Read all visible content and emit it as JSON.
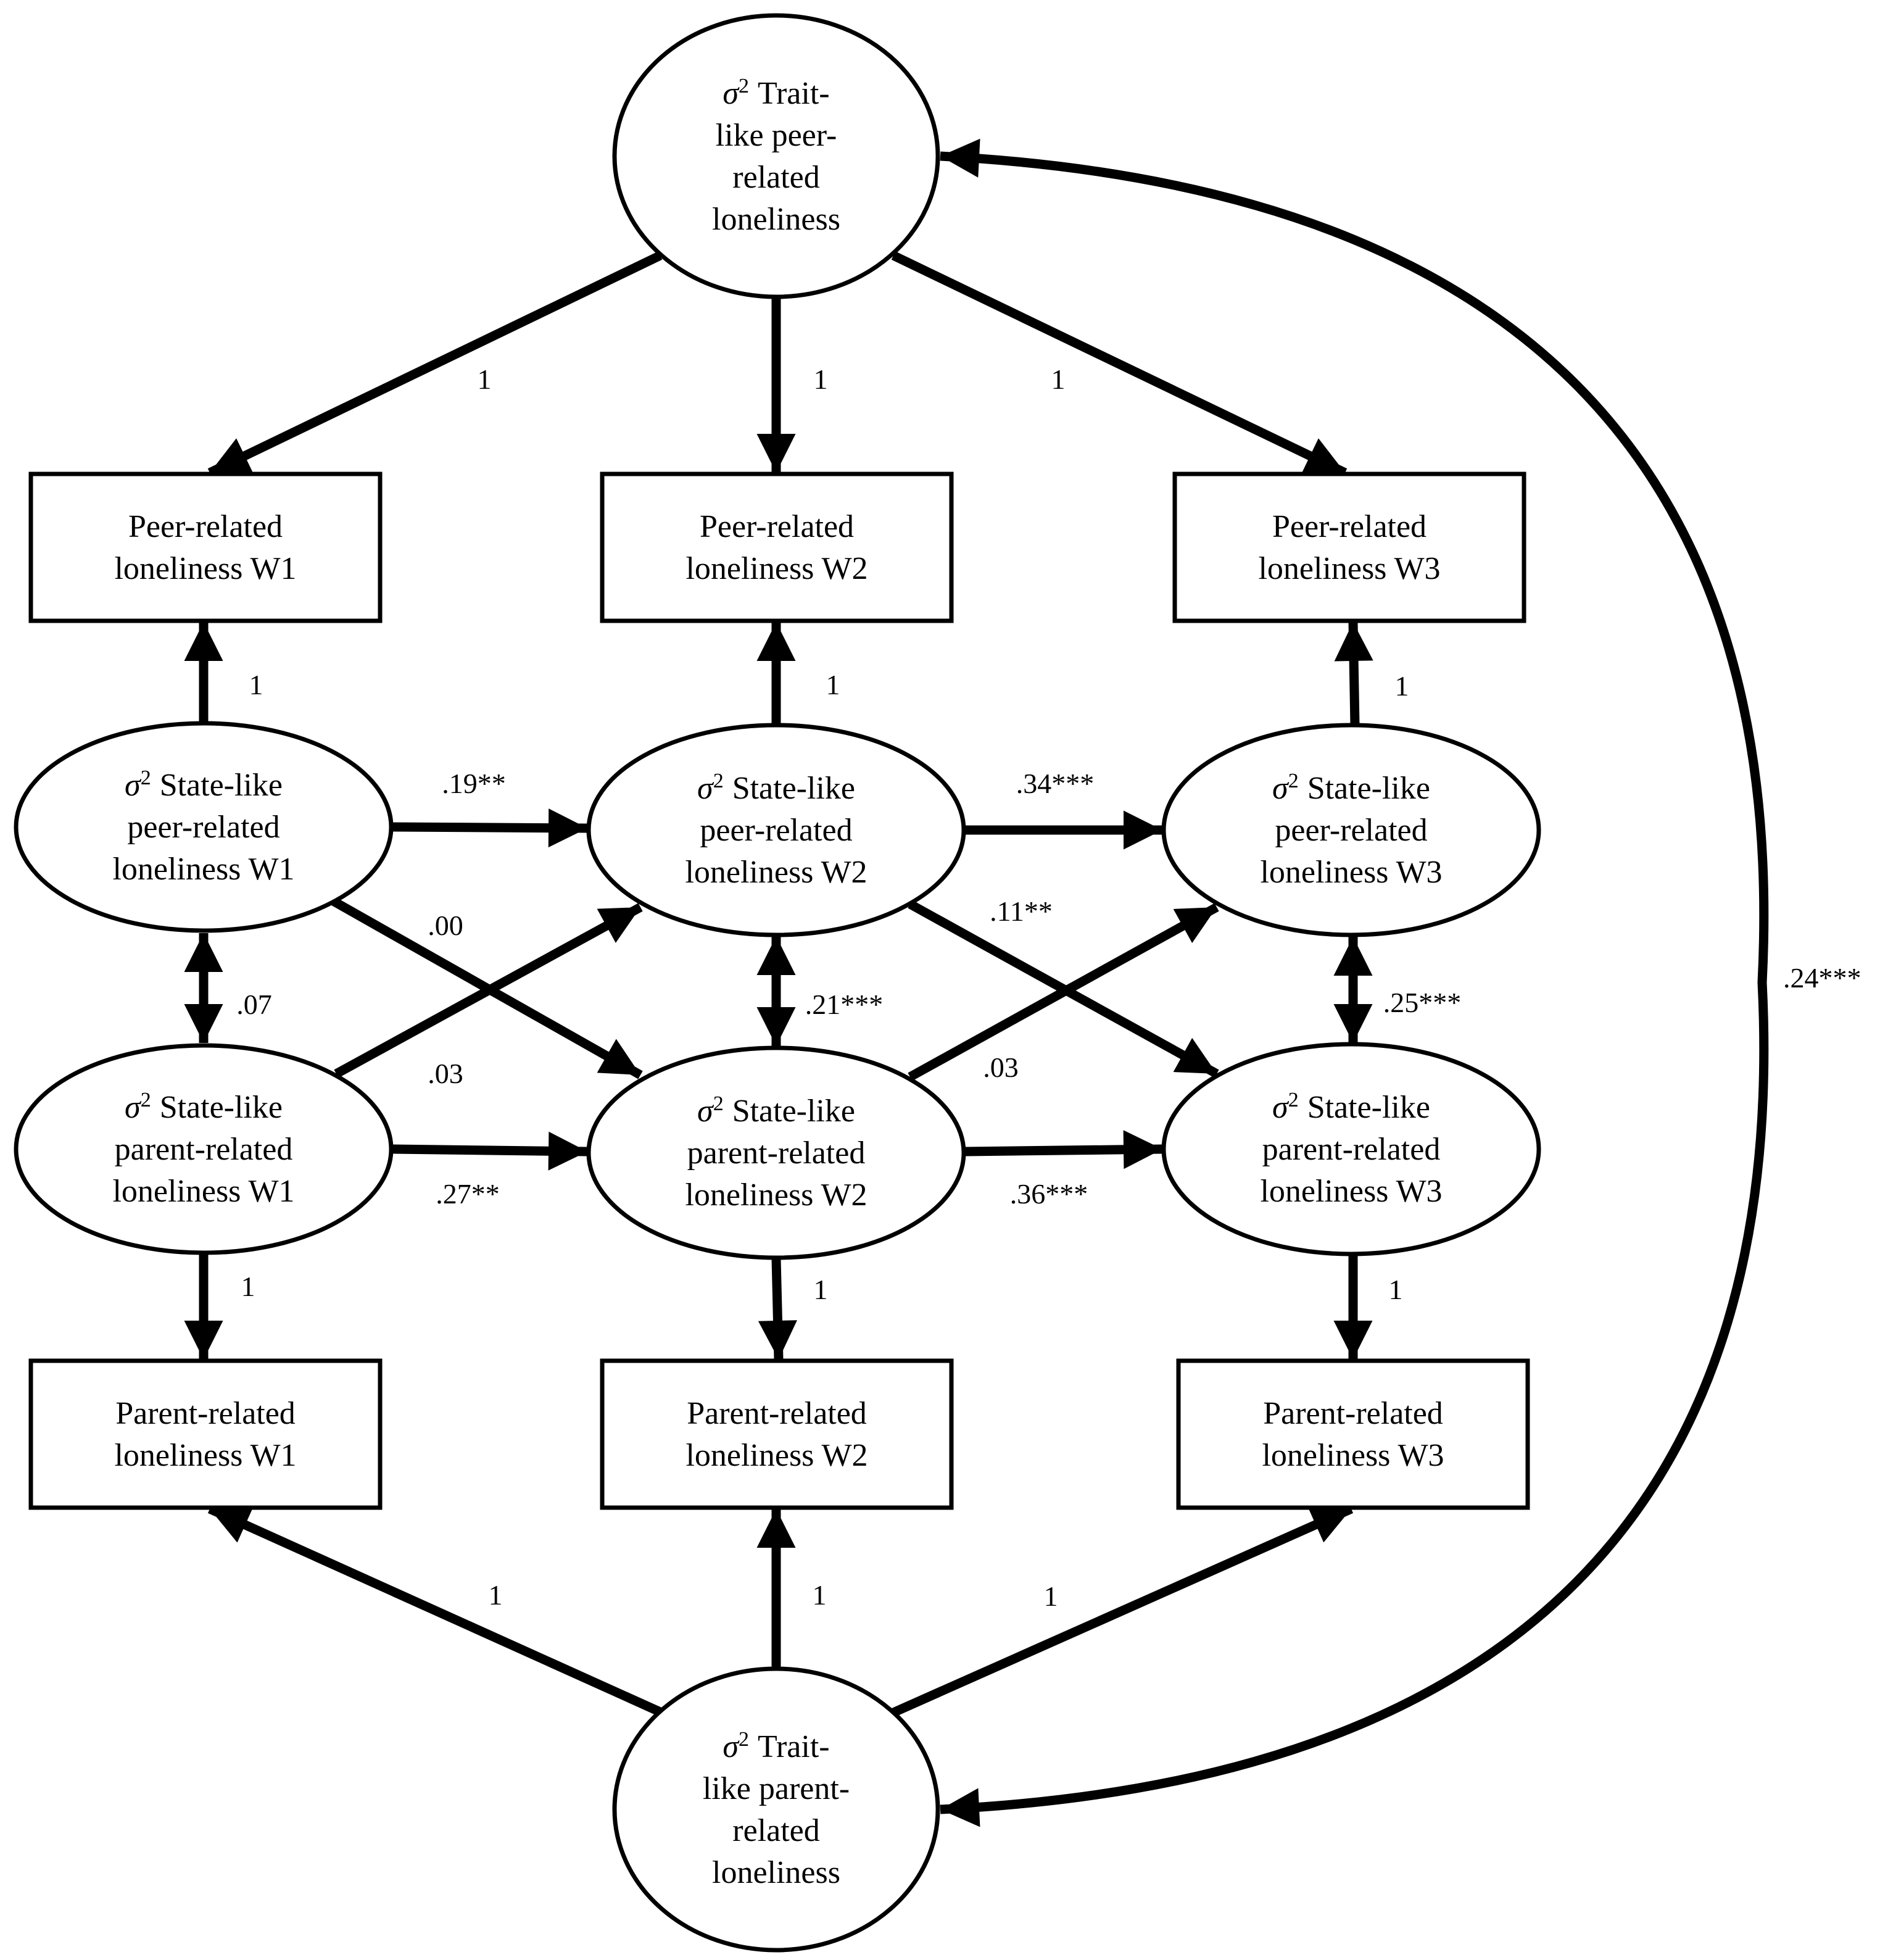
{
  "nodes": [
    {
      "id": "trait_peer",
      "kind": "ellipse",
      "sigma": true,
      "lines": [
        "Trait-",
        "like peer-",
        "related",
        "loneliness"
      ]
    },
    {
      "id": "obs_peer_w1",
      "kind": "rect",
      "sigma": false,
      "lines": [
        "Peer-related",
        "loneliness W1"
      ]
    },
    {
      "id": "obs_peer_w2",
      "kind": "rect",
      "sigma": false,
      "lines": [
        "Peer-related",
        "loneliness W2"
      ]
    },
    {
      "id": "obs_peer_w3",
      "kind": "rect",
      "sigma": false,
      "lines": [
        "Peer-related",
        "loneliness W3"
      ]
    },
    {
      "id": "state_peer_w1",
      "kind": "ellipse",
      "sigma": true,
      "lines": [
        "State-like",
        "peer-related",
        "loneliness W1"
      ]
    },
    {
      "id": "state_peer_w2",
      "kind": "ellipse",
      "sigma": true,
      "lines": [
        "State-like",
        "peer-related",
        "loneliness W2"
      ]
    },
    {
      "id": "state_peer_w3",
      "kind": "ellipse",
      "sigma": true,
      "lines": [
        "State-like",
        "peer-related",
        "loneliness W3"
      ]
    },
    {
      "id": "state_parent_w1",
      "kind": "ellipse",
      "sigma": true,
      "lines": [
        "State-like",
        "parent-related",
        "loneliness W1"
      ]
    },
    {
      "id": "state_parent_w2",
      "kind": "ellipse",
      "sigma": true,
      "lines": [
        "State-like",
        "parent-related",
        "loneliness W2"
      ]
    },
    {
      "id": "state_parent_w3",
      "kind": "ellipse",
      "sigma": true,
      "lines": [
        "State-like",
        "parent-related",
        "loneliness W3"
      ]
    },
    {
      "id": "obs_parent_w1",
      "kind": "rect",
      "sigma": false,
      "lines": [
        "Parent-related",
        "loneliness W1"
      ]
    },
    {
      "id": "obs_parent_w2",
      "kind": "rect",
      "sigma": false,
      "lines": [
        "Parent-related",
        "loneliness W2"
      ]
    },
    {
      "id": "obs_parent_w3",
      "kind": "rect",
      "sigma": false,
      "lines": [
        "Parent-related",
        "loneliness W3"
      ]
    },
    {
      "id": "trait_parent",
      "kind": "ellipse",
      "sigma": true,
      "lines": [
        "Trait-",
        "like parent-",
        "related",
        "loneliness"
      ]
    }
  ],
  "sigma_symbol": "σ",
  "sigma_exponent": "2",
  "paths": [
    {
      "id": "trait_peer_to_w1",
      "from": "trait_peer",
      "to": "obs_peer_w1",
      "label": "1",
      "type": "directed"
    },
    {
      "id": "trait_peer_to_w2",
      "from": "trait_peer",
      "to": "obs_peer_w2",
      "label": "1",
      "type": "directed"
    },
    {
      "id": "trait_peer_to_w3",
      "from": "trait_peer",
      "to": "obs_peer_w3",
      "label": "1",
      "type": "directed"
    },
    {
      "id": "state_peer_w1_to_obs",
      "from": "state_peer_w1",
      "to": "obs_peer_w1",
      "label": "1",
      "type": "directed"
    },
    {
      "id": "state_peer_w2_to_obs",
      "from": "state_peer_w2",
      "to": "obs_peer_w2",
      "label": "1",
      "type": "directed"
    },
    {
      "id": "state_peer_w3_to_obs",
      "from": "state_peer_w3",
      "to": "obs_peer_w3",
      "label": "1",
      "type": "directed"
    },
    {
      "id": "peer_w1_to_peer_w2",
      "from": "state_peer_w1",
      "to": "state_peer_w2",
      "label": ".19**",
      "type": "directed"
    },
    {
      "id": "peer_w2_to_peer_w3",
      "from": "state_peer_w2",
      "to": "state_peer_w3",
      "label": ".34***",
      "type": "directed"
    },
    {
      "id": "peer_w1_to_parent_w2",
      "from": "state_peer_w1",
      "to": "state_parent_w2",
      "label": ".00",
      "type": "directed"
    },
    {
      "id": "parent_w1_to_peer_w2",
      "from": "state_parent_w1",
      "to": "state_peer_w2",
      "label": ".03",
      "type": "directed"
    },
    {
      "id": "peer_w2_to_parent_w3",
      "from": "state_peer_w2",
      "to": "state_parent_w3",
      "label": ".11**",
      "type": "directed"
    },
    {
      "id": "parent_w2_to_peer_w3",
      "from": "state_parent_w2",
      "to": "state_peer_w3",
      "label": ".03",
      "type": "directed"
    },
    {
      "id": "parent_w1_to_parent_w2",
      "from": "state_parent_w1",
      "to": "state_parent_w2",
      "label": ".27**",
      "type": "directed"
    },
    {
      "id": "parent_w2_to_parent_w3",
      "from": "state_parent_w2",
      "to": "state_parent_w3",
      "label": ".36***",
      "type": "directed"
    },
    {
      "id": "cov_w1",
      "from": "state_peer_w1",
      "to": "state_parent_w1",
      "label": ".07",
      "type": "covariance"
    },
    {
      "id": "cov_w2",
      "from": "state_peer_w2",
      "to": "state_parent_w2",
      "label": ".21***",
      "type": "covariance"
    },
    {
      "id": "cov_w3",
      "from": "state_peer_w3",
      "to": "state_parent_w3",
      "label": ".25***",
      "type": "covariance"
    },
    {
      "id": "state_parent_w1_to_obs",
      "from": "state_parent_w1",
      "to": "obs_parent_w1",
      "label": "1",
      "type": "directed"
    },
    {
      "id": "state_parent_w2_to_obs",
      "from": "state_parent_w2",
      "to": "obs_parent_w2",
      "label": "1",
      "type": "directed"
    },
    {
      "id": "state_parent_w3_to_obs",
      "from": "state_parent_w3",
      "to": "obs_parent_w3",
      "label": "1",
      "type": "directed"
    },
    {
      "id": "trait_parent_to_w1",
      "from": "trait_parent",
      "to": "obs_parent_w1",
      "label": "1",
      "type": "directed"
    },
    {
      "id": "trait_parent_to_w2",
      "from": "trait_parent",
      "to": "obs_parent_w2",
      "label": "1",
      "type": "directed"
    },
    {
      "id": "trait_parent_to_w3",
      "from": "trait_parent",
      "to": "obs_parent_w3",
      "label": "1",
      "type": "directed"
    },
    {
      "id": "trait_covariance",
      "from": "trait_peer",
      "to": "trait_parent",
      "label": ".24***",
      "type": "covariance"
    }
  ]
}
